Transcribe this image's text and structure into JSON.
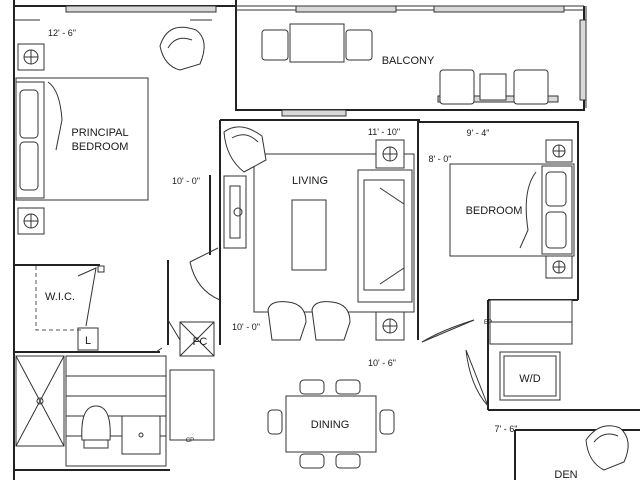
{
  "rooms": {
    "principal_bedroom_line1": "PRINCIPAL",
    "principal_bedroom_line2": "BEDROOM",
    "balcony": "BALCONY",
    "living": "LIVING",
    "bedroom": "BEDROOM",
    "wic": "W.I.C.",
    "linen": "L",
    "fc": "FC",
    "wd": "W/D",
    "dining": "DINING",
    "den": "DEN",
    "ep": "EP",
    "cp": "CP"
  },
  "dimensions": {
    "principal_width": "12' - 6\"",
    "principal_depth": "10' - 0\"",
    "living_width": "11' - 10\"",
    "living_depth": "10' - 0\"",
    "dining_width": "10' - 6\"",
    "bedroom_width": "9' - 4\"",
    "bedroom_depth": "8' - 0\"",
    "den_width": "7' - 6\""
  }
}
